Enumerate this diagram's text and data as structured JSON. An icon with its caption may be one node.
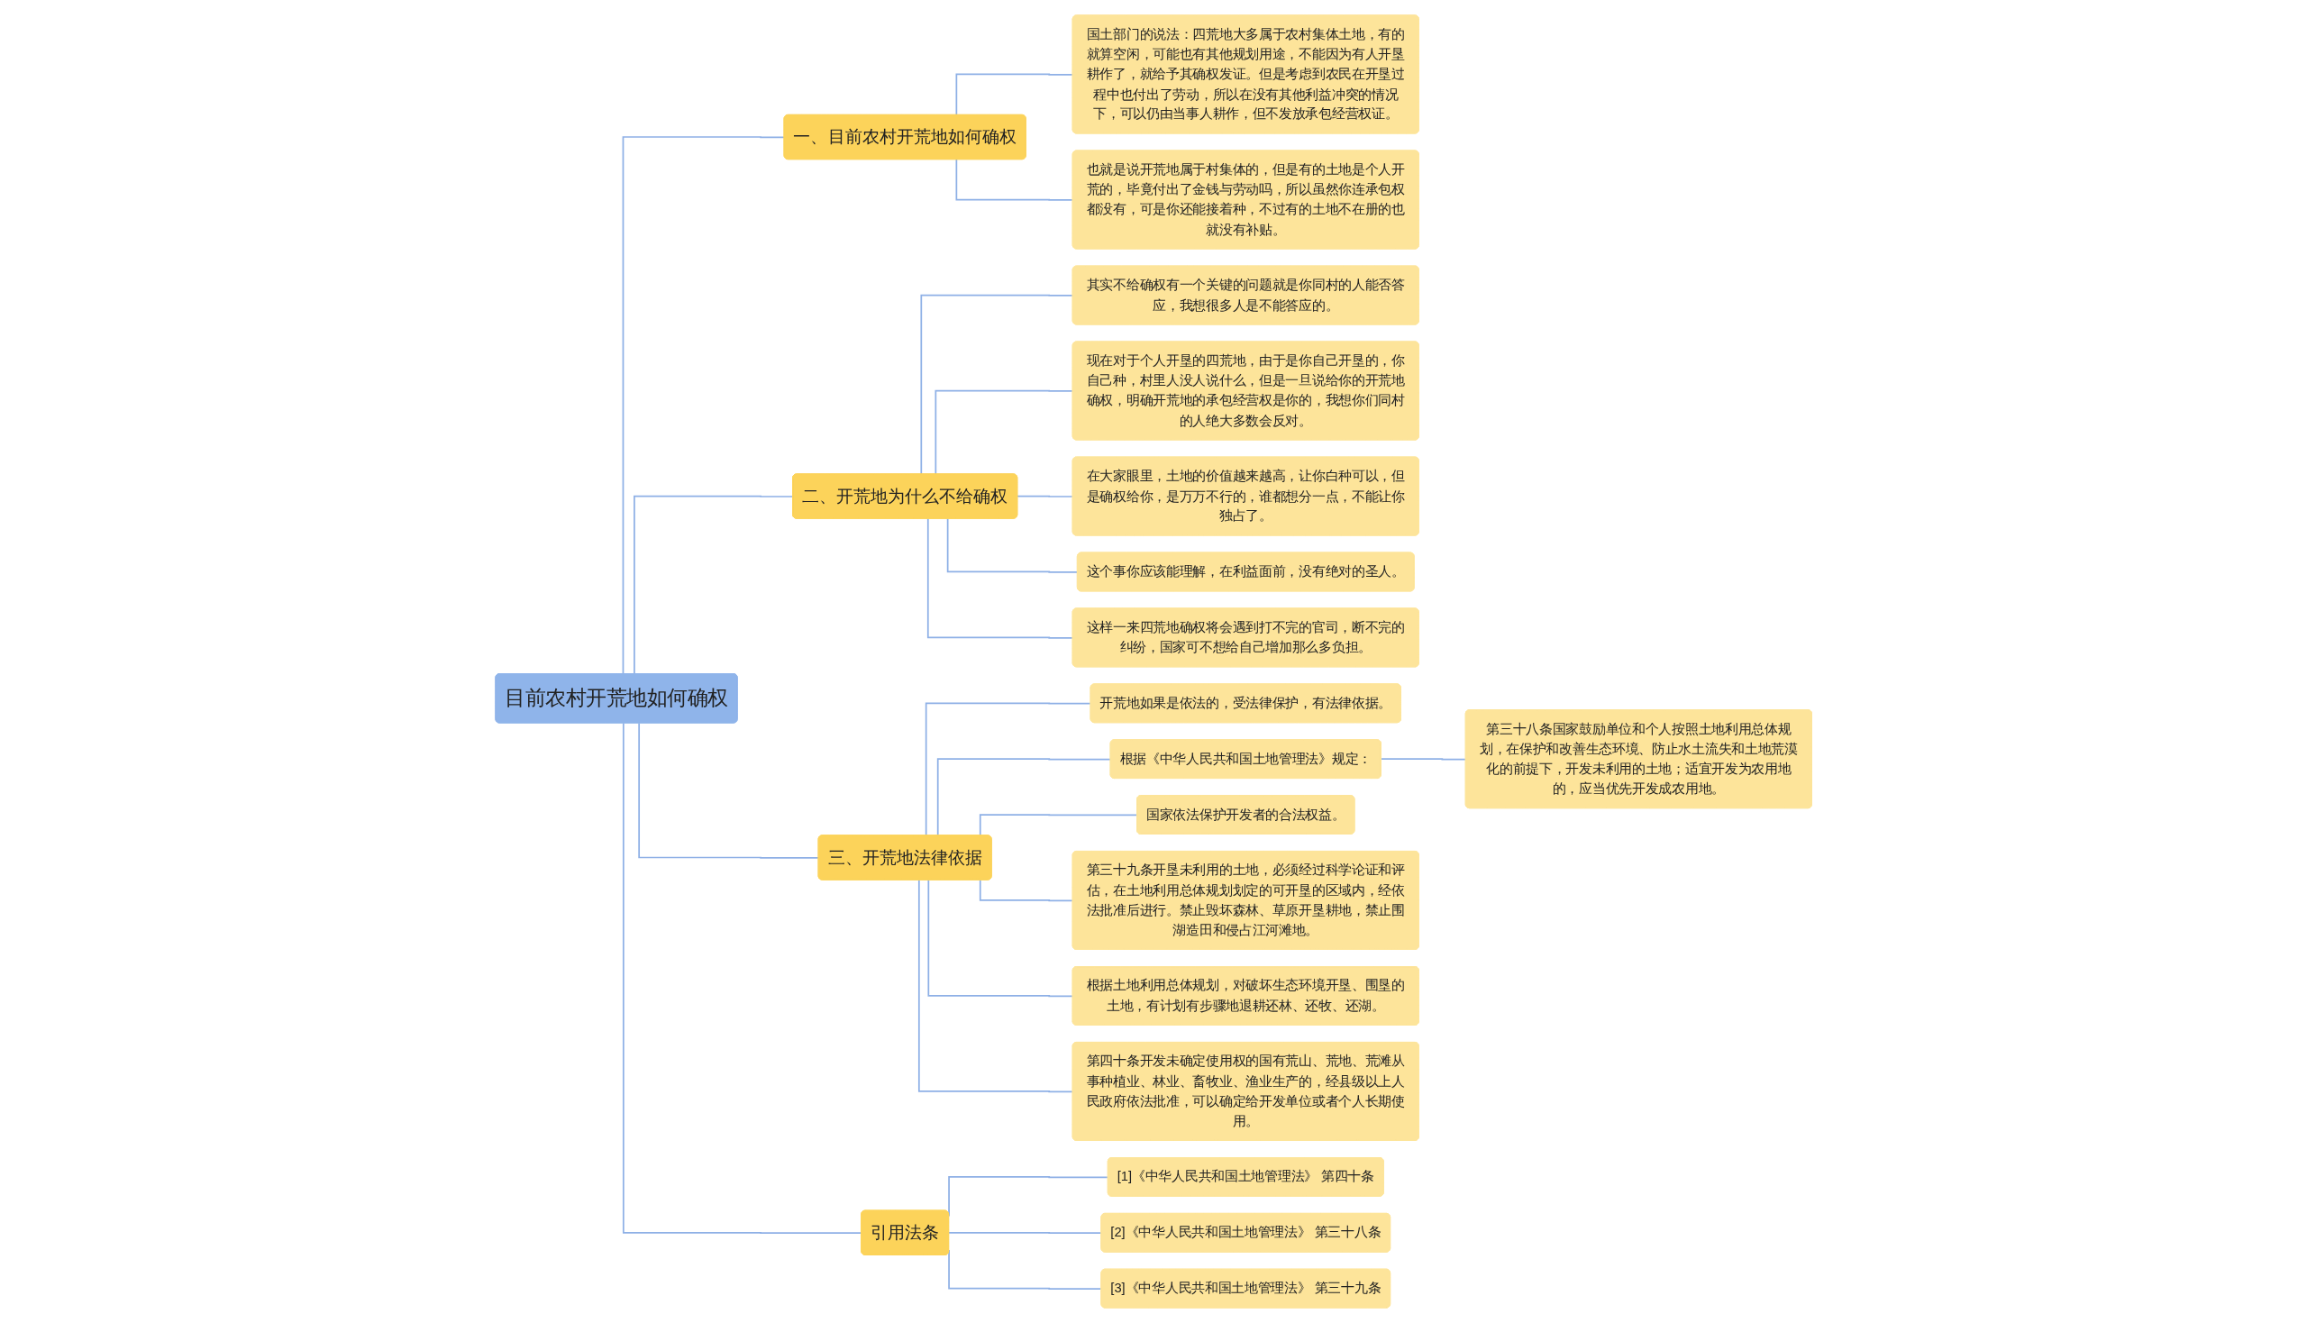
{
  "diagram": {
    "nodes": [
      {
        "text": [
          "目前农村开荒地如何确权"
        ]
      },
      {
        "text": [
          "一、目前农村开荒地如何确权"
        ]
      },
      {
        "text": [
          "国土部门的说法：四荒地大多属于农村集体土地，有的就算空闲，可能也有其他规划用途，不能因为有人开垦耕作了，就给予其确权发证。但是考虑到农民在开垦过程中也付出了劳动，所以在没有其他利益冲突的情况下，可以仍由当事人耕作，但不发放承包经营权证。"
        ]
      },
      {
        "text": [
          "也就是说开荒地属于村集体的，但是有的土地是个人开荒的，毕竟付出了金钱与劳动吗，所以虽然你连承包权都没有，可是你还能接着种，不过有的土地不在册的也就没有补贴。"
        ]
      },
      {
        "text": [
          "二、开荒地为什么不给确权"
        ]
      },
      {
        "text": [
          "其实不给确权有一个关键的问题就是你同村的人能否答应，我想很多人是不能答应的。"
        ]
      },
      {
        "text": [
          "现在对于个人开垦的四荒地，由于是你自己开垦的，你自己种，村里人没人说什么，但是一旦说给你的开荒地确权，明确开荒地的承包经营权是你的，我想你们同村的人绝大多数会反对。"
        ]
      },
      {
        "text": [
          "在大家眼里，土地的价值越来越高，让你白种可以，但是确权给你，是万万不行的，谁都想分一点，不能让你独占了。"
        ]
      },
      {
        "text": [
          "这个事你应该能理解，在利益面前，没有绝对的圣人。"
        ]
      },
      {
        "text": [
          "这样一来四荒地确权将会遇到打不完的官司，断不完的纠纷，国家可不想给自己增加那么多负担。"
        ]
      },
      {
        "text": [
          "三、开荒地法律依据"
        ]
      },
      {
        "text": [
          "开荒地如果是依法的，受法律保护，有法律依据。"
        ]
      },
      {
        "text": [
          "根据《中华人民共和国土地管理法》规定："
        ]
      },
      {
        "text": [
          "第三十八条国家鼓励单位和个人按照土地利用总体规划，在保护和改善生态环境、防止水土流失和土地荒漠化的前提下，开发未利用的土地；适宜开发为农用地的，应当优先开发成农用地。"
        ]
      },
      {
        "text": [
          "国家依法保护开发者的合法权益。"
        ]
      },
      {
        "text": [
          "第三十九条开垦未利用的土地，必须经过科学论证和评估，在土地利用总体规划划定的可开垦的区域内，经依法批准后进行。禁止毁坏森林、草原开垦耕地，禁止围湖造田和侵占江河滩地。"
        ]
      },
      {
        "text": [
          "根据土地利用总体规划，对破坏生态环境开垦、围垦的土地，有计划有步骤地退耕还林、还牧、还湖。"
        ]
      },
      {
        "text": [
          "第四十条开发未确定使用权的国有荒山、荒地、荒滩从事种植业、林业、畜牧业、渔业生产的，经县级以上人民政府依法批准，可以确定给开发单位或者个人长期使用。"
        ]
      },
      {
        "text": [
          "引用法条"
        ]
      },
      {
        "text": [
          "[1]《中华人民共和国土地管理法》 第四十条"
        ]
      },
      {
        "text": [
          "[2]《中华人民共和国土地管理法》 第三十八条"
        ]
      },
      {
        "text": [
          "[3]《中华人民共和国土地管理法》 第三十九条"
        ]
      }
    ],
    "edges": [
      {
        "from": 0,
        "to": 1,
        "arrow": "none"
      },
      {
        "from": 1,
        "to": 2,
        "arrow": "none"
      },
      {
        "from": 1,
        "to": 3,
        "arrow": "none"
      },
      {
        "from": 0,
        "to": 4,
        "arrow": "none"
      },
      {
        "from": 4,
        "to": 5,
        "arrow": "none"
      },
      {
        "from": 4,
        "to": 6,
        "arrow": "none"
      },
      {
        "from": 4,
        "to": 7,
        "arrow": "none"
      },
      {
        "from": 4,
        "to": 8,
        "arrow": "none"
      },
      {
        "from": 4,
        "to": 9,
        "arrow": "none"
      },
      {
        "from": 0,
        "to": 10,
        "arrow": "none"
      },
      {
        "from": 10,
        "to": 11,
        "arrow": "none"
      },
      {
        "from": 10,
        "to": 12,
        "arrow": "none"
      },
      {
        "from": 12,
        "to": 13,
        "arrow": "none"
      },
      {
        "from": 10,
        "to": 14,
        "arrow": "none"
      },
      {
        "from": 10,
        "to": 15,
        "arrow": "none"
      },
      {
        "from": 10,
        "to": 16,
        "arrow": "none"
      },
      {
        "from": 10,
        "to": 17,
        "arrow": "none"
      },
      {
        "from": 0,
        "to": 18,
        "arrow": "none"
      },
      {
        "from": 18,
        "to": 19,
        "arrow": "none"
      },
      {
        "from": 18,
        "to": 20,
        "arrow": "none"
      },
      {
        "from": 18,
        "to": 21,
        "arrow": "none"
      }
    ]
  }
}
